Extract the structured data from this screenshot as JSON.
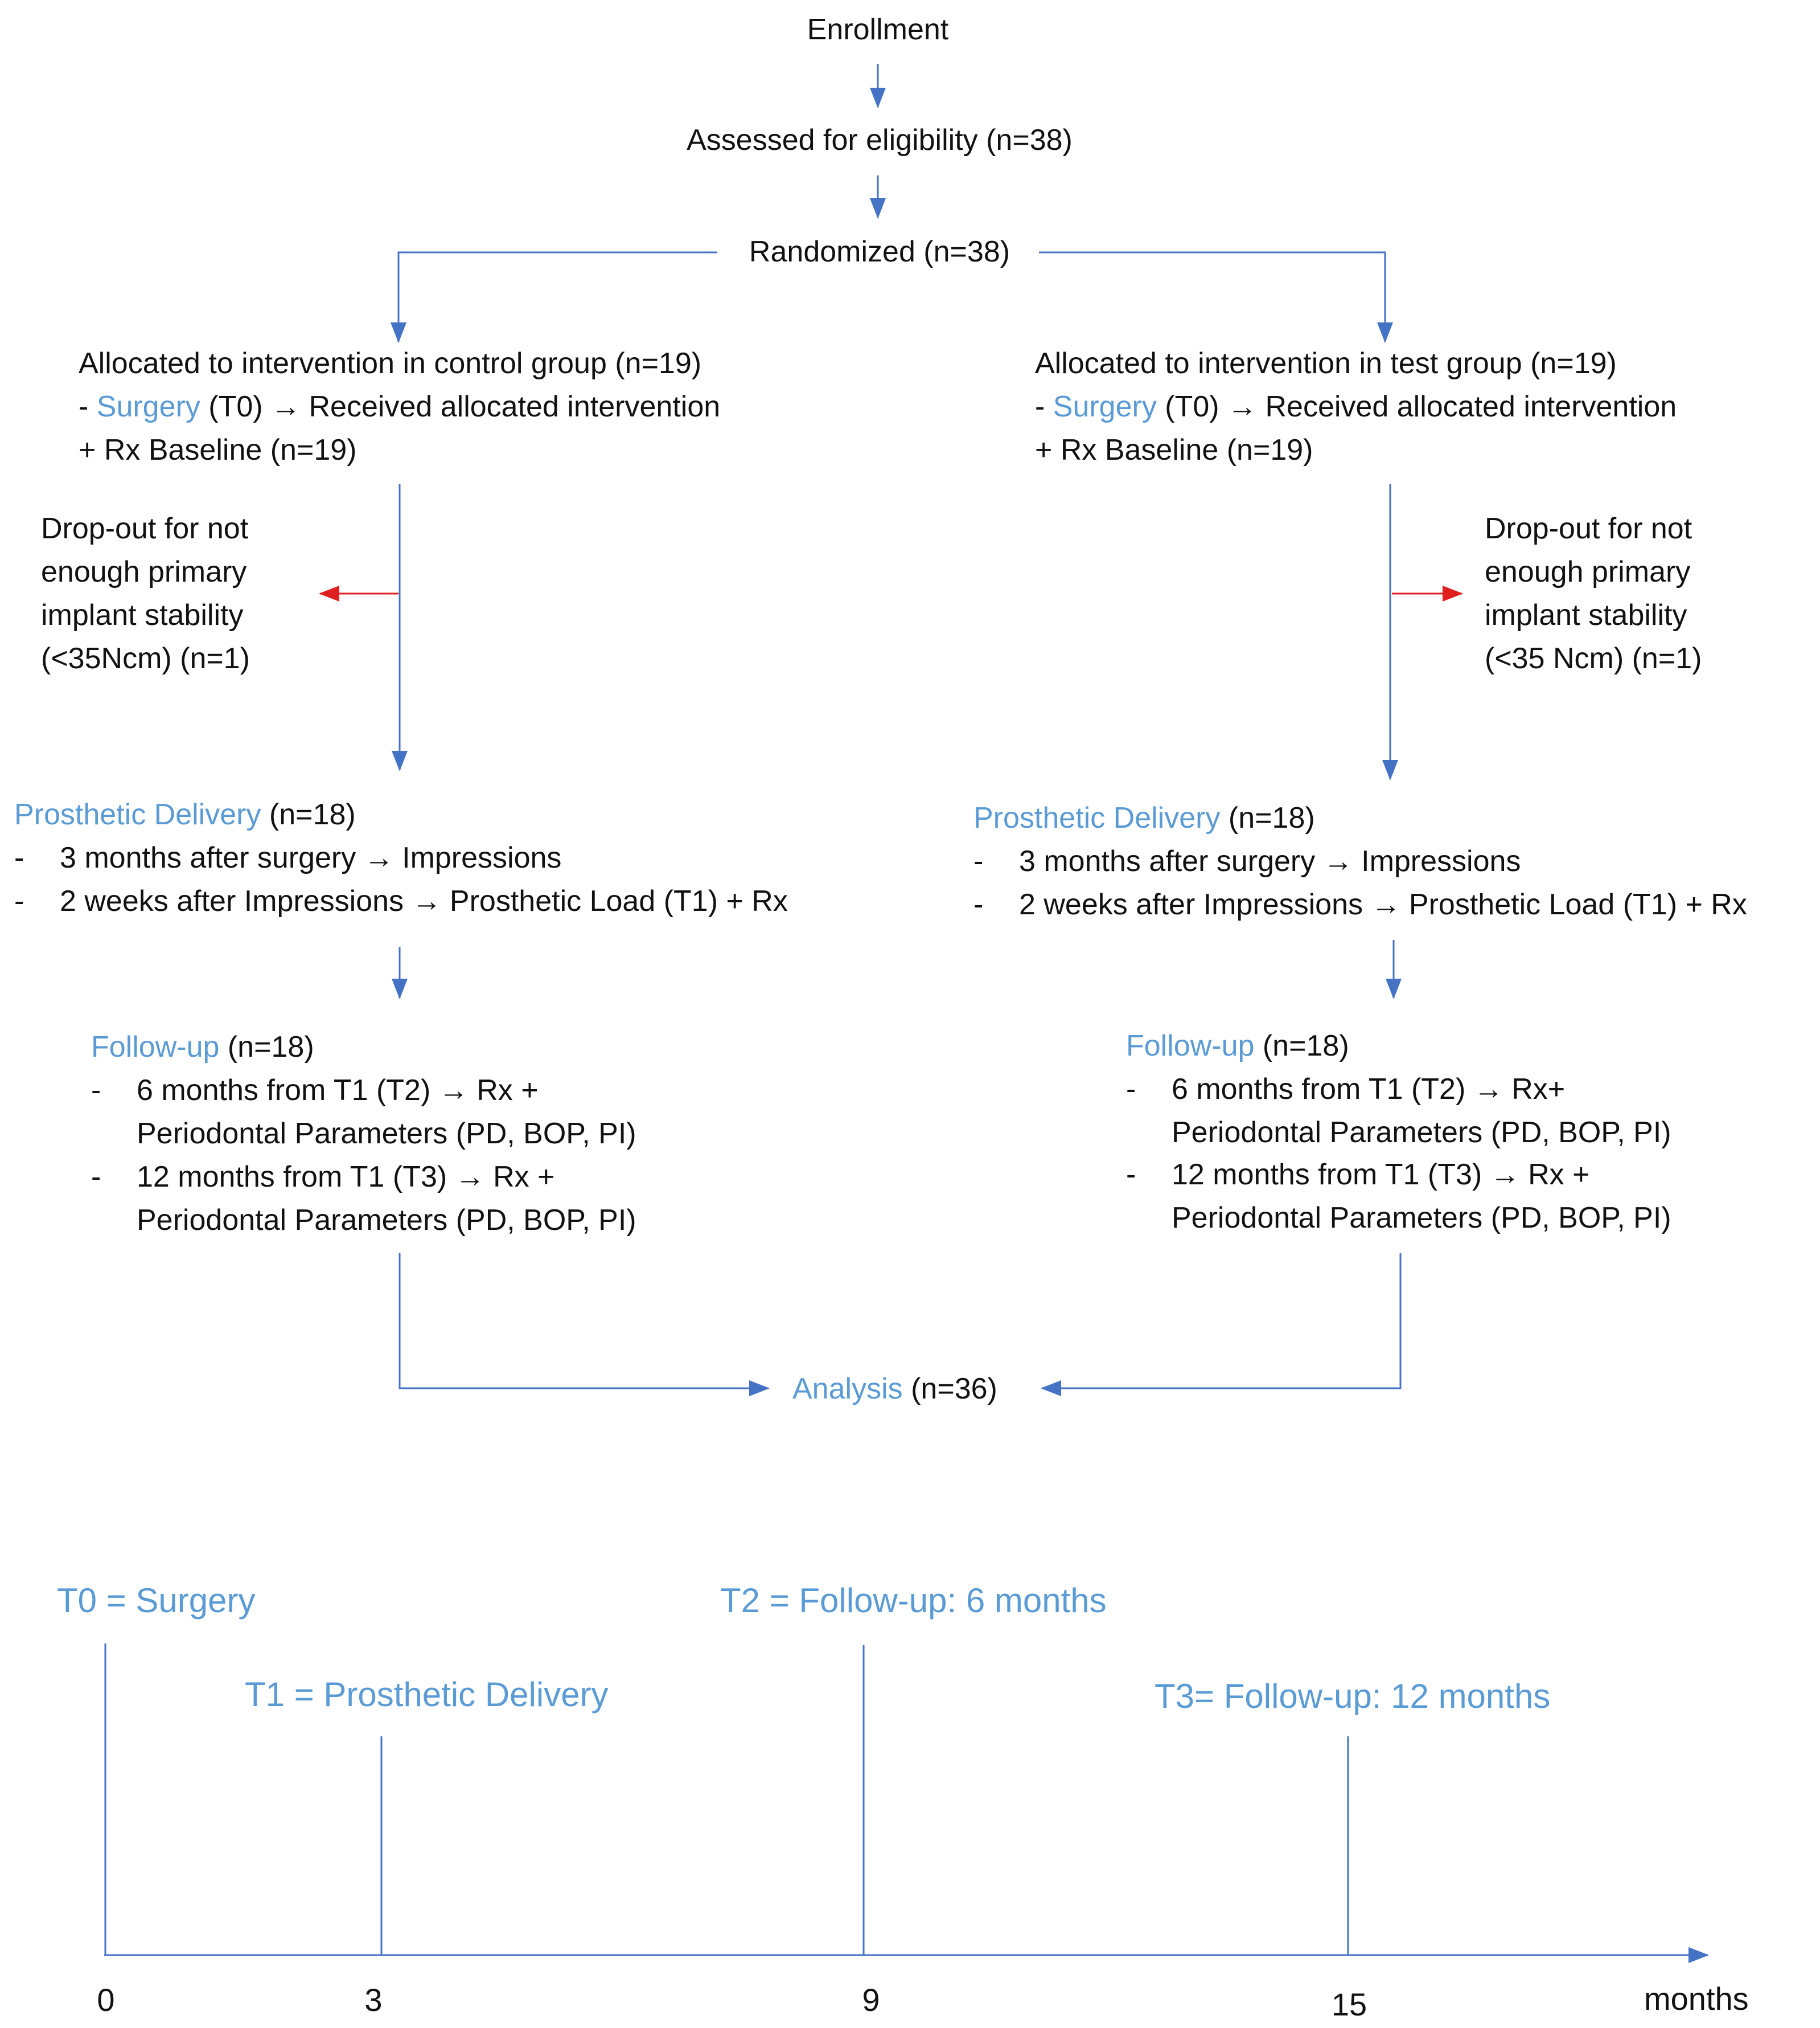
{
  "enrollment": "Enrollment",
  "assessed": "Assessed for eligibility (n=38)",
  "randomized": "Randomized (n=38)",
  "control": {
    "allocated": "Allocated to intervention in control group (n=19)",
    "surgery_prefix": "- ",
    "surgery_word": "Surgery",
    "surgery_rest": " (T0) → Received allocated intervention",
    "baseline": "+ Rx Baseline (n=19)",
    "dropout": [
      "Drop-out for not",
      "enough primary",
      "implant stability",
      "(<35Ncm) (n=1)"
    ],
    "prosthetic_title": "Prosthetic Delivery",
    "prosthetic_n": " (n=18)",
    "prosthetic_items": [
      "3 months after surgery → Impressions",
      "2 weeks after Impressions → Prosthetic Load (T1) + Rx"
    ],
    "followup_title": "Follow-up",
    "followup_n": " (n=18)",
    "followup_items": [
      [
        "6 months from T1 (T2) → Rx +",
        "Periodontal Parameters (PD, BOP, PI)"
      ],
      [
        "12 months from T1 (T3) → Rx +",
        "Periodontal Parameters (PD, BOP, PI)"
      ]
    ]
  },
  "test": {
    "allocated": "Allocated to intervention in test group (n=19)",
    "surgery_prefix": "- ",
    "surgery_word": "Surgery",
    "surgery_rest": " (T0) → Received allocated intervention",
    "baseline": "+ Rx Baseline (n=19)",
    "dropout": [
      "Drop-out for not",
      "enough primary",
      "implant stability",
      "(<35 Ncm) (n=1)"
    ],
    "prosthetic_title": "Prosthetic Delivery",
    "prosthetic_n": " (n=18)",
    "prosthetic_items": [
      "3 months after surgery → Impressions",
      "2 weeks after Impressions → Prosthetic Load (T1) + Rx"
    ],
    "followup_title": "Follow-up",
    "followup_n": " (n=18)",
    "followup_items": [
      [
        "6 months from T1 (T2) → Rx+",
        "Periodontal Parameters (PD, BOP, PI)"
      ],
      [
        "12 months from T1 (T3) → Rx +",
        "Periodontal Parameters (PD, BOP, PI)"
      ]
    ]
  },
  "bullet_dash": "-",
  "analysis_title": "Analysis",
  "analysis_n": " (n=36)",
  "timeline": {
    "labels": [
      "T0 = Surgery",
      "T1 = Prosthetic Delivery",
      "T2 = Follow-up: 6 months",
      "T3= Follow-up: 12 months"
    ],
    "ticks": [
      "0",
      "3",
      "9",
      "15"
    ],
    "unit": "months"
  },
  "colors": {
    "arrow": "#4472c4",
    "dropout_arrow": "#e02020",
    "highlight": "#5b9bd5",
    "text": "#111111"
  }
}
